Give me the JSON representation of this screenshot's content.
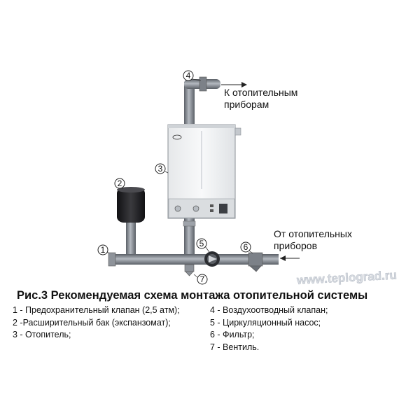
{
  "diagram": {
    "callouts": [
      "1",
      "2",
      "3",
      "4",
      "5",
      "6",
      "7"
    ],
    "outlet_label": [
      "К отопительным",
      "приборам"
    ],
    "inlet_label": [
      "От отопительных",
      "приборов"
    ],
    "watermark": "www.teplograd.ru"
  },
  "caption": "Рис.3 Рекомендуемая схема монтажа отопительной системы",
  "legend": {
    "left": [
      "1 - Предохранительный клапан (2,5 атм);",
      "2 -Расширительный бак (экспанзомат);",
      "3 - Отопитель;"
    ],
    "right": [
      "4 - Воздухоотводный клапан;",
      "5 - Циркуляционный насос;",
      "6 - Фильтр;",
      "7 - Вентиль."
    ]
  },
  "colors": {
    "pipe": "#6f747b",
    "pipe_highlight": "#a9aeb5",
    "boiler_body": "#f2f3f4",
    "boiler_outline": "#8a8f96",
    "tank": "#1f1f22",
    "background": "#ffffff"
  }
}
